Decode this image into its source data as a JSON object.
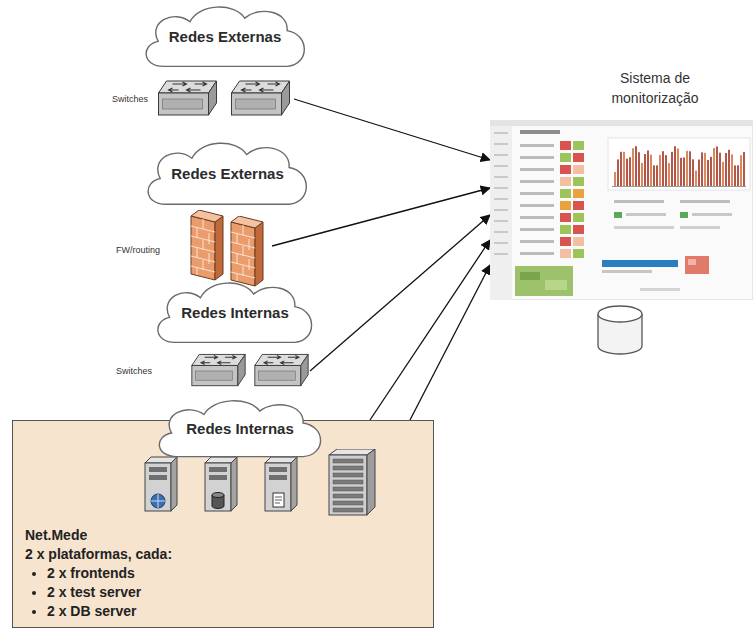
{
  "diagram": {
    "nodes": [
      {
        "text": [
          "Redes Externas"
        ]
      },
      {
        "text": [
          "Switches"
        ]
      },
      {
        "text": [
          "Sistema de monitorização"
        ]
      },
      {
        "text": [
          "Redes Externas"
        ]
      },
      {
        "text": [
          "FW/routing"
        ]
      },
      {
        "text": [
          "Redes Internas"
        ]
      },
      {
        "text": [
          "Switches"
        ]
      },
      {
        "text": [
          "Redes Internas"
        ]
      },
      {
        "text": [
          "Net.Mede",
          "2 x plataformas, cada:",
          "2 x frontends",
          "2 x test server",
          "2 x DB server"
        ]
      }
    ],
    "edges": [
      {
        "from": 1,
        "to": 2,
        "arrow": "to"
      },
      {
        "from": 4,
        "to": 2,
        "arrow": "to"
      },
      {
        "from": 6,
        "to": 2,
        "arrow": "to"
      },
      {
        "from": 8,
        "to": 2,
        "arrow": "to"
      },
      {
        "from": 8,
        "to": 2,
        "arrow": "to"
      }
    ]
  }
}
